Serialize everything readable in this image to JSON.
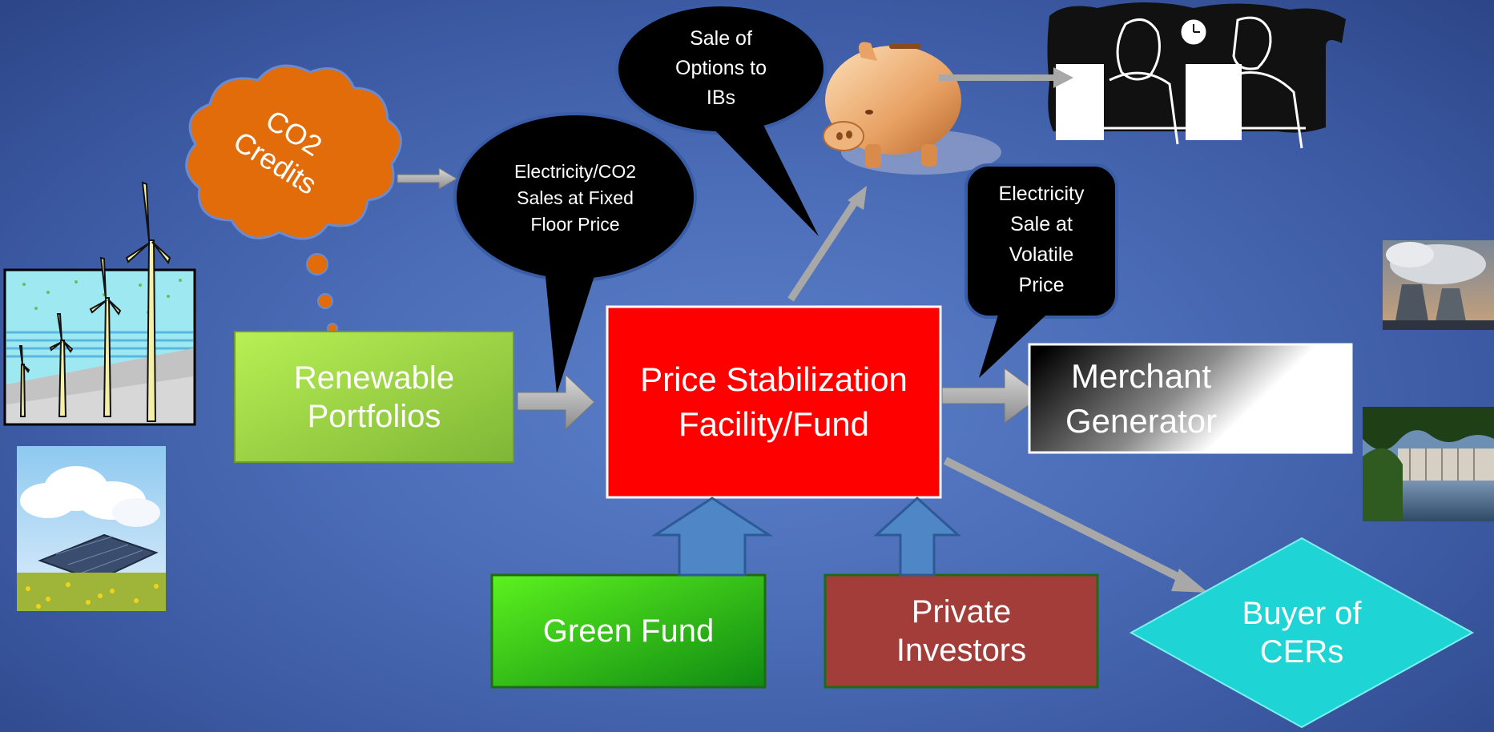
{
  "nodes": {
    "renewable": "Renewable\nPortfolios",
    "facility": "Price Stabilization\nFacility/Fund",
    "merchant": "Merchant\nGenerator",
    "green_fund": "Green Fund",
    "private_investors": "Private\nInvestors",
    "buyer": "Buyer of\nCERs"
  },
  "bubbles": {
    "co2": "CO2\nCredits",
    "floor_price": "Electricity/CO2\nSales at Fixed\nFloor Price",
    "options": "Sale of\nOptions to\nIBs",
    "volatile": "Electricity\nSale at\nVolatile\nPrice"
  },
  "colors": {
    "background": "#4d6fb9",
    "renewable": "#8fcf3c",
    "facility": "#ff0000",
    "merchant_gradient": [
      "#000000",
      "#ffffff"
    ],
    "green_fund": "#2fc41a",
    "private_investors": "#a33d3a",
    "buyer": "#1fd4d4",
    "bubble": "#000000",
    "co2_cloud": "#e36c0a",
    "arrow": "#a8a8a8",
    "up_arrow": "#4f86c6"
  }
}
